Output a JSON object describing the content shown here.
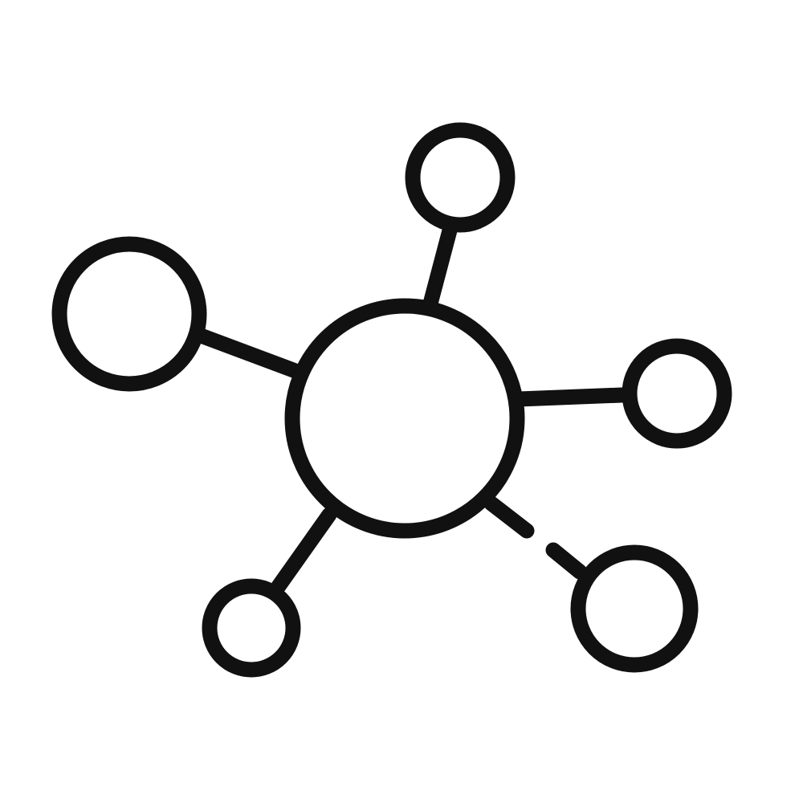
{
  "icon": {
    "name": "network-hub-icon",
    "stroke_color": "#111111",
    "background_color": "#ffffff",
    "nodes": [
      {
        "id": "hub",
        "role": "center"
      },
      {
        "id": "top",
        "role": "satellite"
      },
      {
        "id": "left",
        "role": "satellite"
      },
      {
        "id": "right",
        "role": "satellite"
      },
      {
        "id": "bottom-left",
        "role": "satellite"
      },
      {
        "id": "bottom-right",
        "role": "satellite"
      }
    ],
    "links": [
      {
        "from": "hub",
        "to": "top",
        "style": "solid"
      },
      {
        "from": "hub",
        "to": "left",
        "style": "solid"
      },
      {
        "from": "hub",
        "to": "right",
        "style": "solid"
      },
      {
        "from": "hub",
        "to": "bottom-left",
        "style": "solid"
      },
      {
        "from": "hub",
        "to": "bottom-right",
        "style": "broken"
      }
    ]
  }
}
